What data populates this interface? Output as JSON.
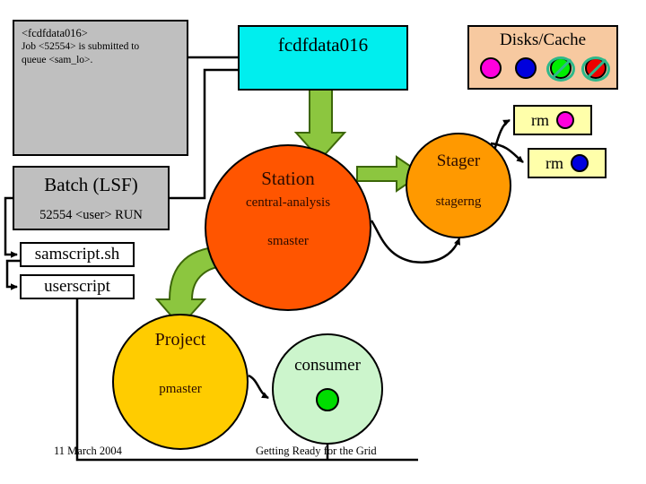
{
  "diagram": {
    "title": "SAM Station / Grid data flow diagram",
    "colors": {
      "console_gray": "#bfbfbf",
      "host_cyan": "#00eeee",
      "disks_peach": "#f7c9a0",
      "station_orange_red": "#ff5500",
      "stager_orange": "#ff9900",
      "project_gold": "#ffcc00",
      "consumer_green": "#ccf5cc",
      "rm_yellow": "#ffffaa",
      "arrow_green": "#8cc63f",
      "ban_teal": "#2eb88a"
    }
  },
  "console": {
    "name": "lsf-submission-console",
    "lines": [
      "<fcdfdata016>",
      "Job <52554> is submitted to",
      "queue <sam_lo>."
    ]
  },
  "batch": {
    "title": "Batch (LSF)",
    "status": "52554 <user>  RUN"
  },
  "scripts": {
    "samscript": "samscript.sh",
    "userscript": "userscript"
  },
  "host": {
    "label": "fcdfdata016"
  },
  "disks": {
    "title": "Disks/Cache",
    "items": [
      {
        "icon": "disk-dot-magenta",
        "color": "#ff00dd",
        "banned": false
      },
      {
        "icon": "disk-dot-blue",
        "color": "#0000dd",
        "banned": false
      },
      {
        "icon": "disk-dot-green",
        "color": "#00ee00",
        "banned": true
      },
      {
        "icon": "disk-dot-red",
        "color": "#ee0000",
        "banned": true
      }
    ]
  },
  "rm_actions": [
    {
      "label": "rm",
      "dot_icon": "disk-dot-magenta",
      "dot_color": "#ff00dd"
    },
    {
      "label": "rm",
      "dot_icon": "disk-dot-blue",
      "dot_color": "#0000dd"
    }
  ],
  "station": {
    "title": "Station",
    "subtitle": "central-analysis",
    "daemon": "smaster"
  },
  "stager": {
    "title": "Stager",
    "daemon": "stagerng"
  },
  "project": {
    "title": "Project",
    "daemon": "pmaster"
  },
  "consumer": {
    "title": "consumer",
    "dot_icon": "process-dot-green",
    "dot_color": "#00dd00"
  },
  "footer": {
    "date": "11 March 2004",
    "title": "Getting Ready for the Grid"
  }
}
